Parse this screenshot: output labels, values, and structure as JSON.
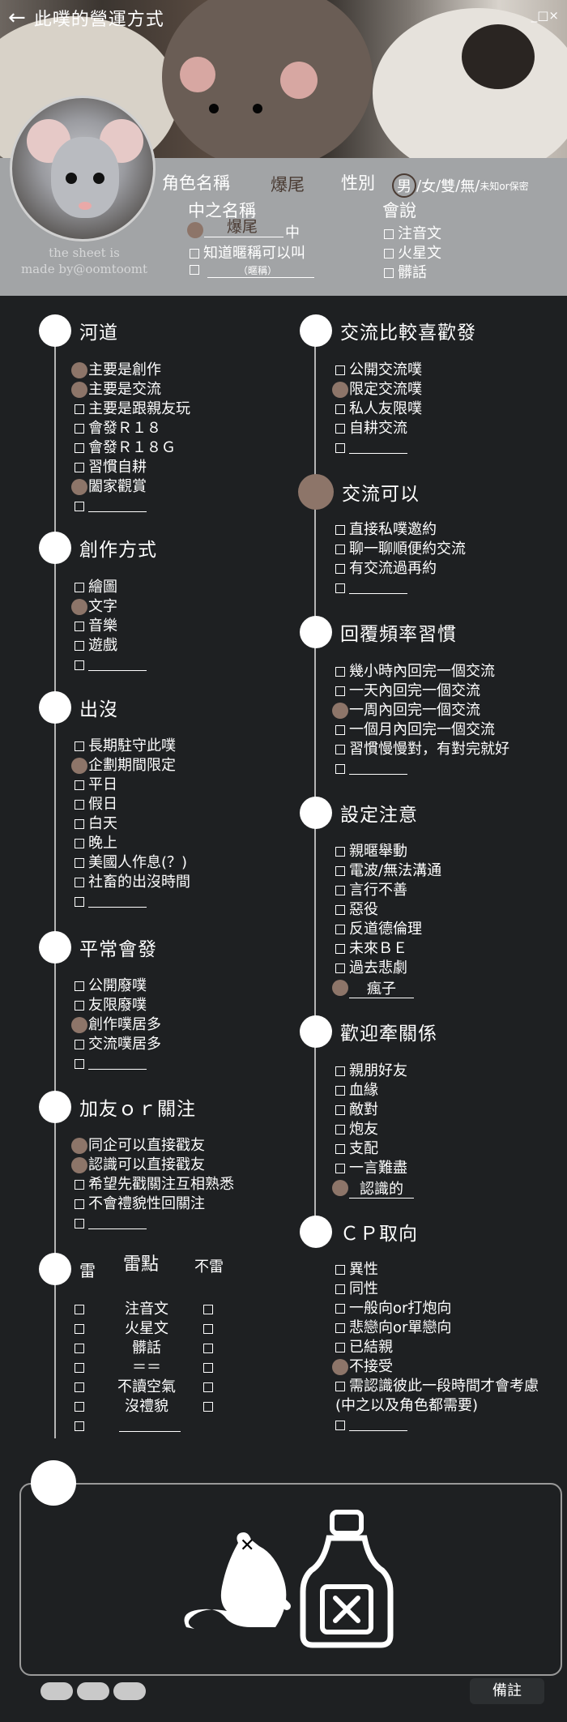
{
  "header": {
    "title": "此噗的營運方式",
    "window_controls": "_□×"
  },
  "profile": {
    "watermark_line1": "the sheet is",
    "watermark_line2": "made by@oomtoomt",
    "role_name_label": "角色名稱",
    "role_name_value": "爆尾",
    "gender_label": "性別",
    "gender_options": [
      "男",
      "女",
      "雙",
      "無"
    ],
    "gender_extra": "未知or保密",
    "real_name_label": "中之名稱",
    "real_name_value": "爆尾",
    "real_name_suffix": "中",
    "know_nickname": "知道暱稱可以叫",
    "nickname_placeholder": "（暱稱）",
    "can_speak_label": "會說",
    "languages": [
      "注音文",
      "火星文",
      "髒話"
    ]
  },
  "sections": {
    "river": {
      "title": "河道",
      "items": [
        "主要是創作",
        "主要是交流",
        "主要是跟親友玩",
        "會發Ｒ１８",
        "會發Ｒ１８Ｇ",
        "習慣自耕",
        "闔家觀賞"
      ]
    },
    "create": {
      "title": "創作方式",
      "items": [
        "繪圖",
        "文字",
        "音樂",
        "遊戲"
      ]
    },
    "appear": {
      "title": "出沒",
      "items": [
        "長期駐守此噗",
        "企劃期間限定",
        "平日",
        "假日",
        "白天",
        "晚上",
        "美國人作息(？)",
        "社畜的出沒時間"
      ]
    },
    "usual": {
      "title": "平常會發",
      "items": [
        "公開廢噗",
        "友限廢噗",
        "創作噗居多",
        "交流噗居多"
      ]
    },
    "friend": {
      "title": "加友ｏｒ關注",
      "items": [
        "同企可以直接戳友",
        "認識可以直接戳友",
        "希望先戳關注互相熟悉",
        "不會禮貌性回關注"
      ]
    },
    "mine": {
      "title": "雷",
      "col_title": "雷點",
      "col_not": "不雷",
      "items": [
        "注音文",
        "火星文",
        "髒話",
        "＝＝",
        "不讀空氣",
        "沒禮貌"
      ]
    },
    "exchange_prefer": {
      "title": "交流比較喜歡發",
      "items": [
        "公開交流噗",
        "限定交流噗",
        "私人友限噗",
        "自耕交流"
      ]
    },
    "exchange_ok": {
      "title": "交流可以",
      "items": [
        "直接私噗邀約",
        "聊一聊順便約交流",
        "有交流過再約"
      ]
    },
    "reply": {
      "title": "回覆頻率習慣",
      "items": [
        "幾小時內回完一個交流",
        "一天內回完一個交流",
        "一周內回完一個交流",
        "一個月內回完一個交流",
        "習慣慢慢對，有對完就好"
      ]
    },
    "setting": {
      "title": "設定注意",
      "items": [
        "親暱舉動",
        "電波/無法溝通",
        "言行不善",
        "惡役",
        "反道德倫理",
        "未來ＢＥ",
        "過去悲劇"
      ],
      "blank_value": "瘋子"
    },
    "relation": {
      "title": "歡迎牽關係",
      "items": [
        "親朋好友",
        "血緣",
        "敵對",
        "炮友",
        "支配",
        "一言難盡"
      ],
      "blank_value": "認識的"
    },
    "cp": {
      "title": "ＣＰ取向",
      "items": [
        "異性",
        "同性",
        "一般向or打炮向",
        "悲戀向or單戀向",
        "已結親",
        "不接受",
        "需認識彼此一段時間才會考慮",
        "(中之以及角色都需要)"
      ]
    }
  },
  "footer": {
    "note_button": "備註"
  },
  "colors": {
    "background": "#1e2022",
    "band": "#a2a4a6",
    "mark": "#8d7569"
  }
}
